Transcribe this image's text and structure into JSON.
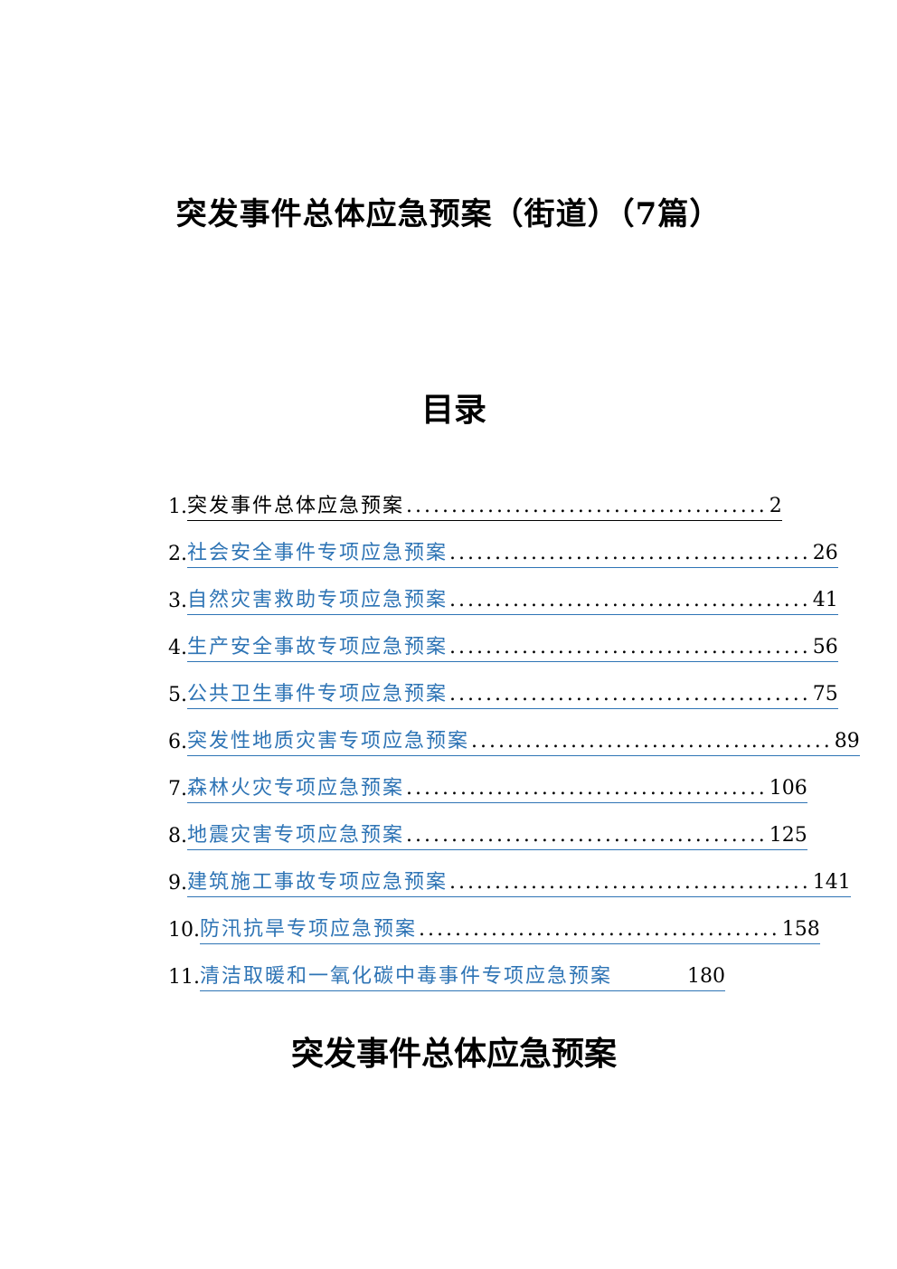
{
  "document": {
    "title": "突发事件总体应急预案（街道）（7篇）",
    "toc_heading": "目录",
    "section_title": "突发事件总体应急预案"
  },
  "toc": {
    "entries": [
      {
        "number": "1.",
        "text": "突发事件总体应急预案",
        "page": "2",
        "leader": "........................................",
        "linked": false
      },
      {
        "number": "2.",
        "text": "社会安全事件专项应急预案",
        "page": "26",
        "leader": "........................................",
        "linked": true
      },
      {
        "number": "3.",
        "text": "自然灾害救助专项应急预案",
        "page": "41",
        "leader": "........................................",
        "linked": true
      },
      {
        "number": "4.",
        "text": "生产安全事故专项应急预案",
        "page": "56",
        "leader": "........................................",
        "linked": true
      },
      {
        "number": "5.",
        "text": "公共卫生事件专项应急预案",
        "page": "75",
        "leader": "........................................",
        "linked": true
      },
      {
        "number": "6.",
        "text": "突发性地质灾害专项应急预案",
        "page": "89",
        "leader": "........................................",
        "linked": true
      },
      {
        "number": "7.",
        "text": "森林火灾专项应急预案",
        "page": "106",
        "leader": "........................................",
        "linked": true
      },
      {
        "number": "8.",
        "text": "地震灾害专项应急预案",
        "page": "125",
        "leader": "........................................",
        "linked": true
      },
      {
        "number": "9.",
        "text": "建筑施工事故专项应急预案",
        "page": "141",
        "leader": "........................................",
        "linked": true
      },
      {
        "number": "10.",
        "text": "防汛抗旱专项应急预案",
        "page": "158",
        "leader": "........................................",
        "linked": true
      },
      {
        "number": "11.",
        "text": "清洁取暖和一氧化碳中毒事件专项应急预案",
        "page": "180",
        "leader": "",
        "linked": true
      }
    ],
    "link_color": "#2e74b5"
  }
}
